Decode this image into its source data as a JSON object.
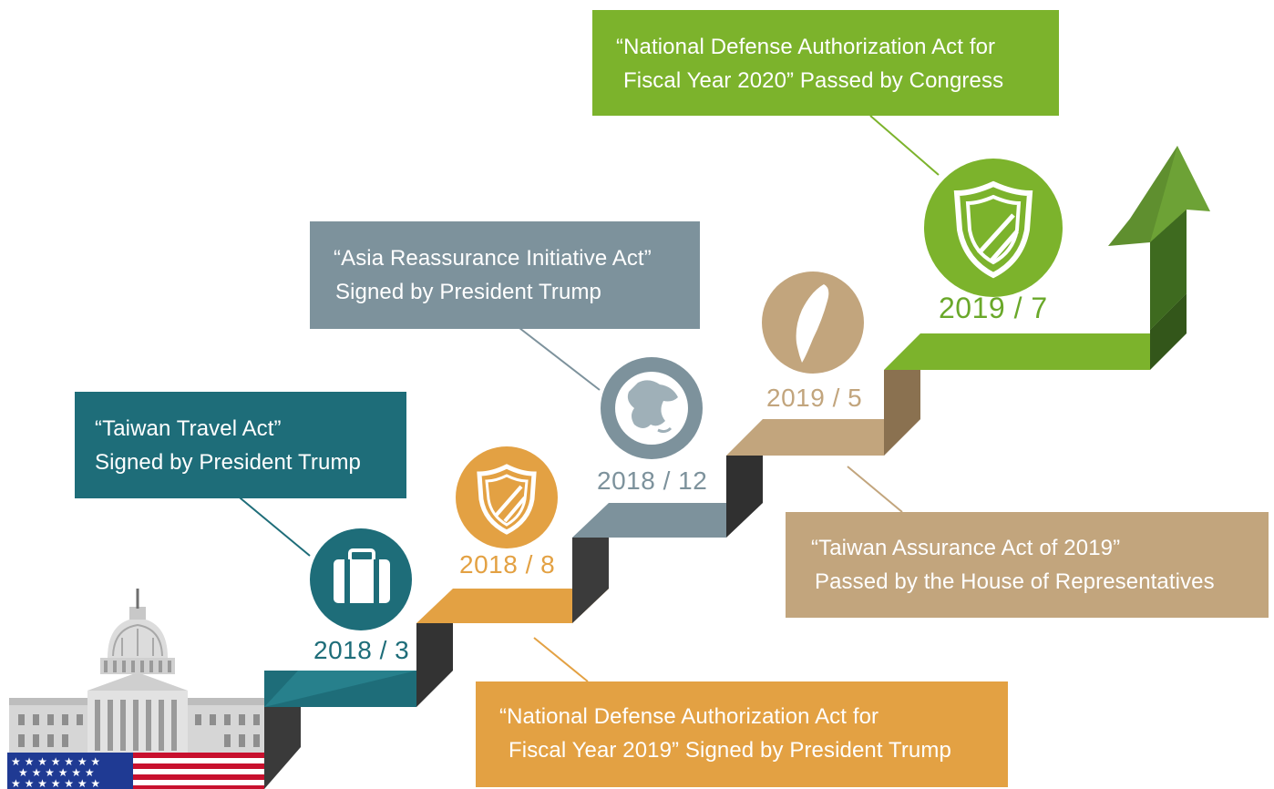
{
  "milestones": [
    {
      "id": "taiwan-travel-act",
      "date": "2018 / 3",
      "line1": "“Taiwan Travel Act”",
      "line2": "Signed by President Trump",
      "color": "#1e6d79",
      "icon": "suitcase-icon"
    },
    {
      "id": "ndaa-2019",
      "date": "2018 / 8",
      "line1": "“National Defense Authorization Act for",
      "line2": "Fiscal Year 2019” Signed by President Trump",
      "color": "#e3a143",
      "icon": "shield-icon"
    },
    {
      "id": "asia-reassurance",
      "date": "2018 / 12",
      "line1": "“Asia Reassurance Initiative Act”",
      "line2": "Signed by President Trump",
      "color": "#7d929c",
      "icon": "globe-icon"
    },
    {
      "id": "taiwan-assurance",
      "date": "2019 / 5",
      "line1": "“Taiwan Assurance Act of 2019”",
      "line2": "Passed by the House of Representatives",
      "color": "#c2a57d",
      "icon": "taiwan-map-icon"
    },
    {
      "id": "ndaa-2020",
      "date": "2019 / 7",
      "line1": "“National Defense Authorization Act for",
      "line2": "Fiscal Year 2020” Passed by Congress",
      "color": "#7cb32c",
      "icon": "shield-icon"
    }
  ],
  "decor": {
    "capitol": "capitol-building-icon",
    "flag": "us-flag-icon",
    "arrow": "up-arrow-icon"
  }
}
